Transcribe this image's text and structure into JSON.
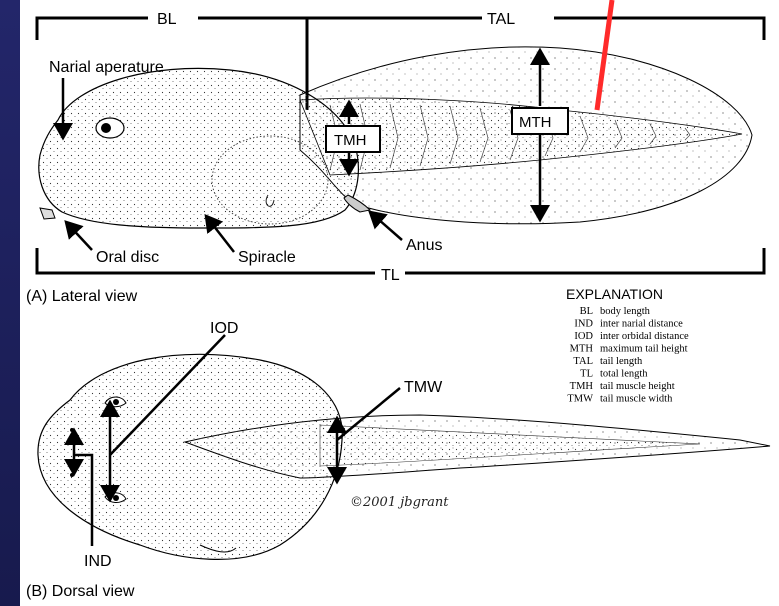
{
  "labels": {
    "bl": "BL",
    "tal": "TAL",
    "tl": "TL",
    "narial": "Narial aperature",
    "oral_disc": "Oral disc",
    "spiracle": "Spiracle",
    "anus": "Anus",
    "tmh": "TMH",
    "mth": "MTH",
    "iod": "IOD",
    "tmw": "TMW",
    "ind": "IND",
    "lateral_view": "(A) Lateral view",
    "dorsal_view": "(B) Dorsal view",
    "copyright": "©2001 jbgrant"
  },
  "explanation": {
    "title": "EXPLANATION",
    "entries": [
      {
        "abbr": "BL",
        "desc": "body length"
      },
      {
        "abbr": "IND",
        "desc": "inter narial distance"
      },
      {
        "abbr": "IOD",
        "desc": "inter orbidal distance"
      },
      {
        "abbr": "MTH",
        "desc": "maximum tail height"
      },
      {
        "abbr": "TAL",
        "desc": "tail length"
      },
      {
        "abbr": "TL",
        "desc": "total length"
      },
      {
        "abbr": "TMH",
        "desc": "tail muscle height"
      },
      {
        "abbr": "TMW",
        "desc": "tail muscle width"
      }
    ]
  },
  "colors": {
    "background": "#1b1d55",
    "pointer": "#ff2a2a"
  }
}
